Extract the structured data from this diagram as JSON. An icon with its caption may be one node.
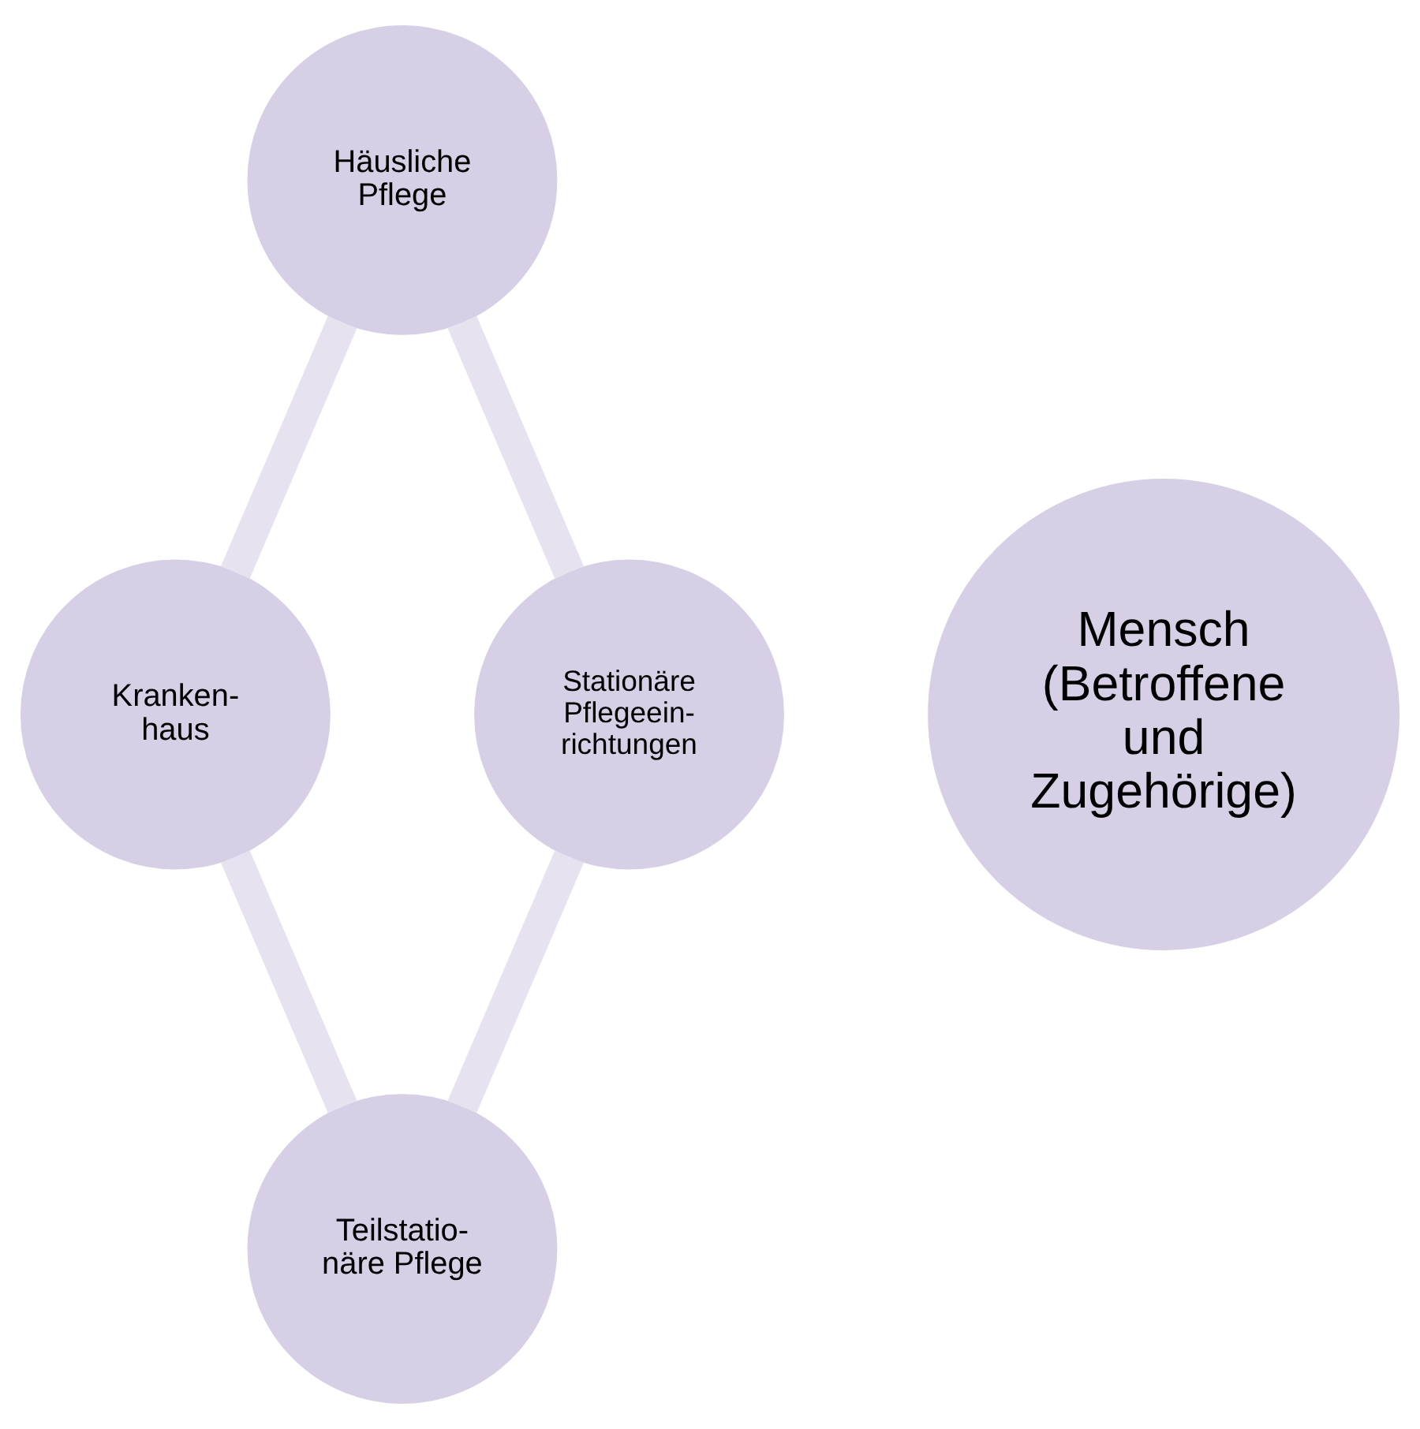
{
  "diagram": {
    "nodes": [
      {
        "text": [
          "Häusliche Pflege"
        ]
      },
      {
        "text": [
          "Kranken- haus"
        ]
      },
      {
        "text": [
          "Mensch (Betroffene und Zugehörige)"
        ]
      },
      {
        "text": [
          "Stationäre Pflegeein- richtungen"
        ]
      },
      {
        "text": [
          "Teilstatio- näre Pflege"
        ]
      }
    ],
    "edges": [
      {
        "from": 0,
        "to": 3,
        "arrow": "none"
      },
      {
        "from": 3,
        "to": 4,
        "arrow": "none"
      },
      {
        "from": 1,
        "to": 4,
        "arrow": "none"
      },
      {
        "from": 0,
        "to": 1,
        "arrow": "none"
      }
    ]
  }
}
